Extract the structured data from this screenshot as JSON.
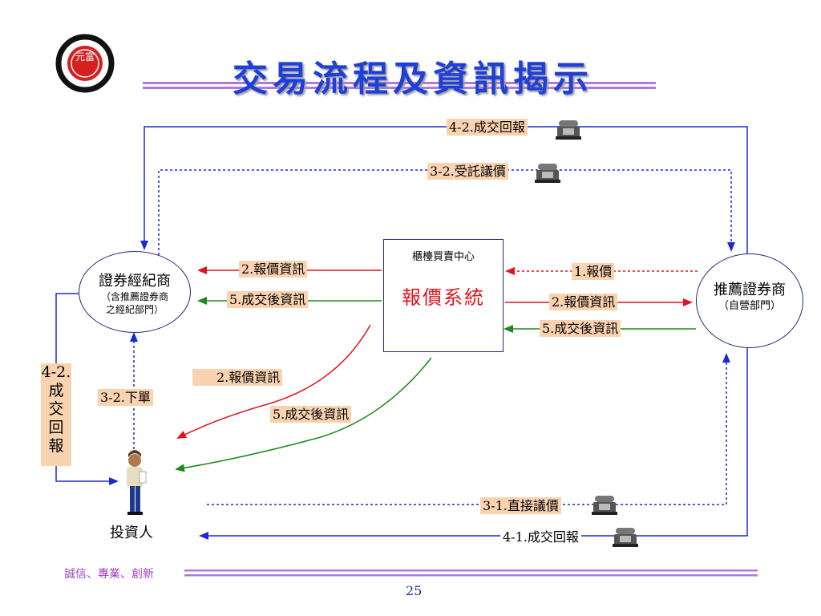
{
  "title": "交易流程及資訊揭示",
  "logo": {
    "text": "元富",
    "icon": "company-seal-icon"
  },
  "center": {
    "heading": "櫃檯買賣中心",
    "main": "報價系統"
  },
  "broker": {
    "name": "證券經紀商",
    "sub1": "（含推薦證券商",
    "sub2": "之經紀部門）"
  },
  "dealer": {
    "name": "推薦證券商",
    "sub": "（自營部門）"
  },
  "investor": {
    "label": "投資人"
  },
  "labels": {
    "top_confirm": "4-2.成交回報",
    "top_order": "3-2.受託議價",
    "broker_quote": "2.報價資訊",
    "broker_trade": "5.成交後資訊",
    "quote": "1.報價",
    "dealer_quote": "2.報價資訊",
    "dealer_trade": "5.成交後資訊",
    "inv_quote": "2.報價資訊",
    "inv_trade": "5.成交後資訊",
    "place_order": "3-2.下單",
    "direct": "3-1.直接議價",
    "bottom_confirm": "4-1.成交回報",
    "left_confirm": "4-2.\n成\n交\n回\n報"
  },
  "footer": {
    "motto": "誠信、專業、創新",
    "page": "25"
  },
  "colors": {
    "title": "#1e3fd8",
    "blue": "#1a2ad0",
    "red": "#e0141c",
    "green": "#1a8a1a",
    "label_bg": "#f9d2b0",
    "footer_line": "#b07ad8"
  }
}
